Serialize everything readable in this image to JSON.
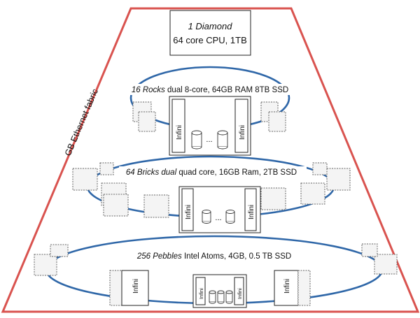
{
  "diamond": {
    "title": "1 Diamond",
    "spec": "64 core CPU, 1TB"
  },
  "fabric_label": "GB Ethernet fabric",
  "rocks": {
    "count": "16 Rocks",
    "rest": " dual 8-core, 64GB RAM 8TB SSD"
  },
  "bricks": {
    "count": "64 Bricks dual",
    "rest": " quad core, 16GB Ram, 2TB SSD"
  },
  "pebbles": {
    "count": "256 Pebbles",
    "rest": " Intel Atoms, 4GB,  0.5 TB SSD"
  },
  "infini_label": "Infini",
  "ellipsis": "...",
  "colors": {
    "pyramid": "#d9534f",
    "ring": "#2f67a8"
  }
}
